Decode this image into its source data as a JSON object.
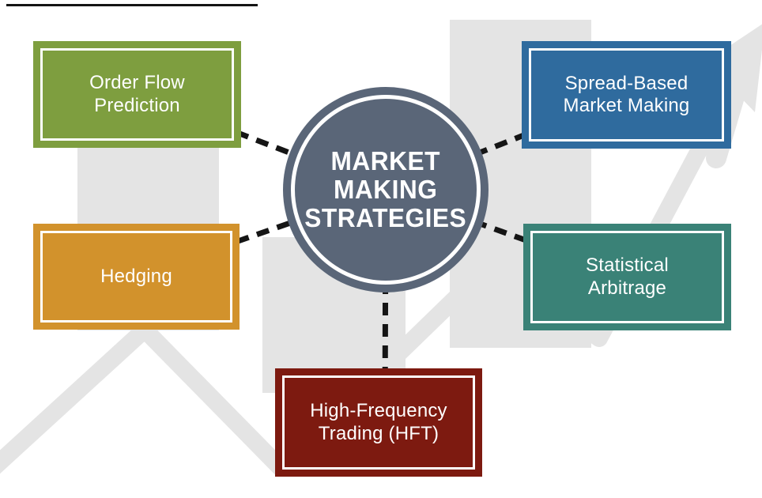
{
  "diagram": {
    "center_node": {
      "label": "MARKET\nMAKING\nSTRATEGIES",
      "color": "#5a6678"
    },
    "nodes": [
      {
        "label": "Order Flow\nPrediction",
        "color": "#7e9e3f"
      },
      {
        "label": "Spread-Based\nMarket Making",
        "color": "#2f6b9e"
      },
      {
        "label": "Hedging",
        "color": "#d2922c"
      },
      {
        "label": "Statistical\nArbitrage",
        "color": "#3a8277"
      },
      {
        "label": "High-Frequency\nTrading (HFT)",
        "color": "#7d1a10"
      }
    ],
    "text_color": "#ffffff",
    "connector_color": "#151515",
    "watermark_color": "#e4e4e4"
  }
}
